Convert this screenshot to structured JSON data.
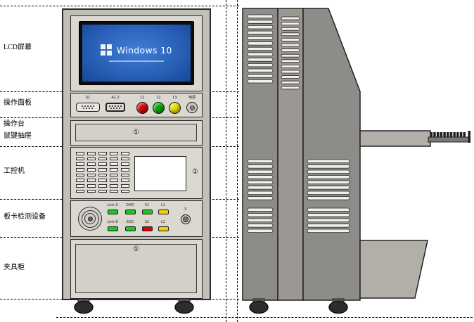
{
  "section_labels": [
    "LCD屏幕",
    "操作面板",
    "操作台",
    "鼠键抽屉",
    "工控机",
    "板卡检测设备",
    "夹具柜"
  ],
  "front_view": {
    "screen": {
      "brand": "Windows 10"
    },
    "connector_panel": {
      "connectors": [
        {
          "label": "S1"
        },
        {
          "label": "A1.2"
        }
      ],
      "indicator_buttons": [
        {
          "label": "L1",
          "color": "#d40000"
        },
        {
          "label": "L2",
          "color": "#00a800"
        },
        {
          "label": "L3",
          "color": "#e8e000"
        }
      ],
      "power_socket": {
        "label": "电源"
      }
    },
    "handle_symbol": "①",
    "pc_vents": {
      "rows": 8,
      "cols": 5
    },
    "detection_panel": {
      "led_rows": [
        [
          {
            "label": "Link A",
            "color": "#1fc61f"
          },
          {
            "label": "DMD",
            "color": "#1fc61f"
          },
          {
            "label": "S1",
            "color": "#1fc61f"
          },
          {
            "label": "L1",
            "color": "#f0d000"
          }
        ],
        [
          {
            "label": "Link B",
            "color": "#1fc61f"
          },
          {
            "label": "ESD",
            "color": "#1fc61f"
          },
          {
            "label": "S2",
            "color": "#e00000"
          },
          {
            "label": "L2",
            "color": "#f0d000"
          }
        ]
      ],
      "button_label": "S"
    }
  },
  "side_view": {
    "vent_groups": [
      {
        "name": "left-top",
        "count": 13
      },
      {
        "name": "left-middle",
        "count": 8
      },
      {
        "name": "left-lower",
        "count": 5
      },
      {
        "name": "mid-top",
        "count": 14
      },
      {
        "name": "right-middle",
        "count": 8
      },
      {
        "name": "right-lower",
        "count": 5
      }
    ],
    "keyboard": {
      "keys": 11
    }
  },
  "colors": {
    "panel": "#dbd8d1",
    "frame": "#c2bfb6",
    "side_body": "#8e8c88",
    "screen_blue": "#2a62b8",
    "led_green": "#1fc61f",
    "led_yellow": "#f0d000",
    "led_red": "#e00000"
  }
}
